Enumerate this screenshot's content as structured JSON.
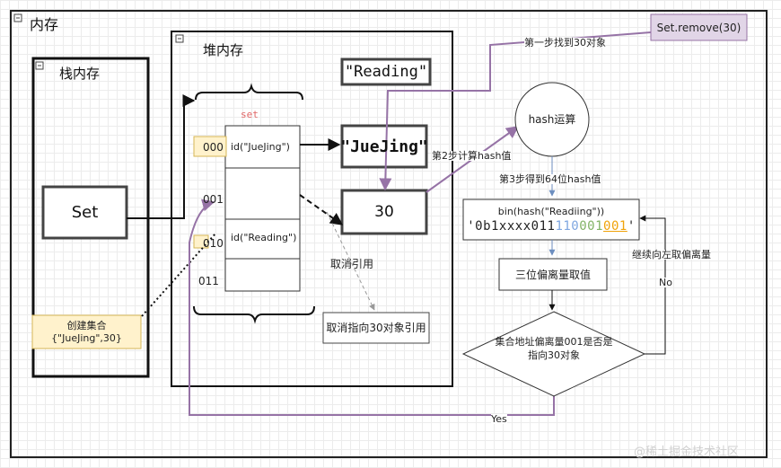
{
  "memory": {
    "title": "内存"
  },
  "stack": {
    "title": "栈内存",
    "set_label": "Set"
  },
  "heap": {
    "title": "堆内存",
    "set_tag": "set",
    "addresses": [
      "000",
      "001",
      "010",
      "011"
    ],
    "cells": [
      "id(\"JueJing\")",
      "",
      "id(\"Reading\")",
      ""
    ],
    "reading_label": "\"Reading\"",
    "juejing_label": "\"JueJing\"",
    "value_label": "30"
  },
  "create_note": {
    "line1": "创建集合",
    "line2": "{\"JueJing\",30}"
  },
  "cancel_ref": "取消引用",
  "cancel_point": "取消指向30对象引用",
  "remove_button": "Set.remove(30)",
  "flow": {
    "step1": "第一步找到30对象",
    "step2": "第2步计算hash值",
    "hash_node": "hash运算",
    "step3": "第3步得到64位hash值",
    "hash_expr": "bin(hash(\"Readiing\"))",
    "hash_bits": {
      "prefix": "'0b1xxxx011",
      "blue": "110",
      "green": "001",
      "orange": "001",
      "suffix": "'"
    },
    "offset_box": "三位偏离量取值",
    "decision_line1": "集合地址偏离量001是否是",
    "decision_line2": "指向30对象",
    "yes": "Yes",
    "no": "No",
    "shift_left": "继续向左取偏离量"
  },
  "watermark": "@稀土掘金技术社区",
  "colors": {
    "purple": "#9673a6",
    "note_fill": "#fff2cc",
    "note_border": "#d6b656",
    "node_fill": "#dae8fc",
    "node_border": "#6c8ebf",
    "blue_bits": "#7ea6e0",
    "green_bits": "#82b366",
    "orange_bits": "#f0a30a",
    "set_tag": "#e06666"
  }
}
